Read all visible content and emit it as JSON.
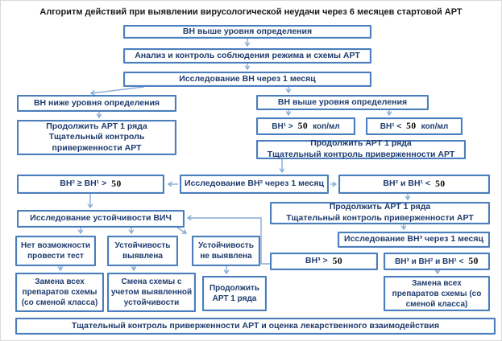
{
  "title": "Алгоритм действий при выявлении вирусологической неудачи через 6 месяцев стартовой АРТ",
  "colors": {
    "border": "#4a7ebc",
    "text": "#1f3c6e",
    "arrow": "#85abd6",
    "title": "#1a1a1a"
  },
  "boxes": {
    "vn_above_start": "ВН выше уровня определения",
    "analysis": "Анализ и контроль соблюдения режима и схемы АРТ",
    "test_month1": "Исследование ВН через 1 месяц",
    "vn_below": "ВН ниже уровня определения",
    "vn_above_branch": "ВН выше уровня определения",
    "continue_left": "Продолжить АРТ 1 ряда\nТщательный контроль\nприверженности АРТ",
    "vn1_gt": {
      "prefix": "ВН¹ >",
      "value": "50",
      "suffix": "коп/мл"
    },
    "vn1_lt": {
      "prefix": "ВН¹ <",
      "value": "50",
      "suffix": "коп/мл"
    },
    "continue_right1": "Продолжить АРТ 1 ряда\nТщательный контроль приверженности АРТ",
    "vn2_ge": {
      "prefix": "ВН² ≥ ВН¹ >",
      "value": "50"
    },
    "test_vn2": "Исследование ВН² через 1 месяц",
    "vn2_lt": {
      "prefix": "ВН² и ВН¹ <",
      "value": "50"
    },
    "resistance_test": "Исследование устойчивости ВИЧ",
    "continue_right2": "Продолжить АРТ  1 ряда\nТщательный контроль приверженности АРТ",
    "test_vn3": "Исследование ВН³ через 1 месяц",
    "no_test": "Нет возможности\nпровести тест",
    "resistance_found": "Устойчивость\nвыявлена",
    "resistance_not_found": "Устойчивость\nне выявлена",
    "vn3_gt": {
      "prefix": "ВН³ >",
      "value": "50"
    },
    "vn3_lt": {
      "prefix": "ВН³ и ВН² и ВН¹ <",
      "value": "50"
    },
    "replace_all_left": "Замена всех\nпрепаратов схемы\n(со сменой класса)",
    "change_scheme": "Смена схемы с\nучетом выявленной\nустойчивости",
    "continue_first_line": "Продолжить\nАРТ 1 ряда",
    "replace_all_right": "Замена всех\nпрепаратов схемы (со\nсменой класса)",
    "footer": "Тщательный контроль приверженности АРТ и оценка лекарственного взаимодействия"
  }
}
